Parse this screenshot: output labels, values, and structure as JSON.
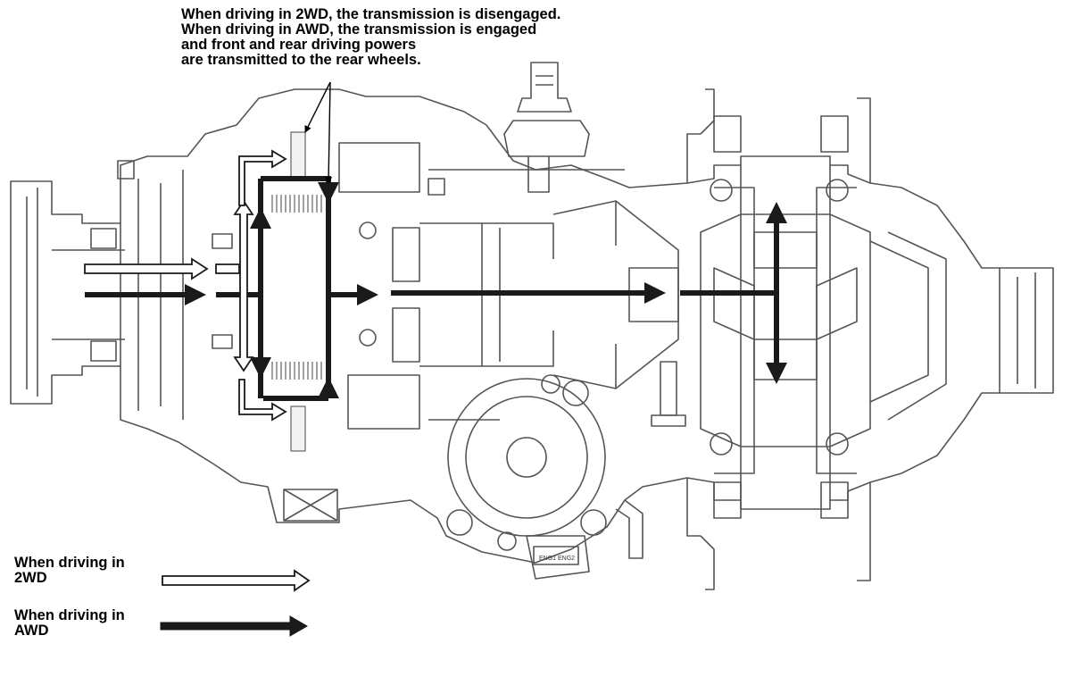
{
  "callout": {
    "lines": [
      "When driving in 2WD, the transmission is disengaged.",
      "When driving in AWD, the transmission is engaged",
      "and front and rear driving powers",
      "are transmitted to the rear wheels."
    ]
  },
  "legend": {
    "two_wd": {
      "line1": "When driving in",
      "line2": "2WD",
      "arrow_fill": "#ffffff"
    },
    "awd": {
      "line1": "When driving in",
      "line2": "AWD",
      "arrow_fill": "#1a1a1a"
    }
  },
  "connector": {
    "label": "ENG1 ENG2"
  },
  "colors": {
    "outline": "#555555",
    "awd_arrow": "#1a1a1a",
    "two_wd_arrow": "#ffffff",
    "background": "#ffffff"
  }
}
